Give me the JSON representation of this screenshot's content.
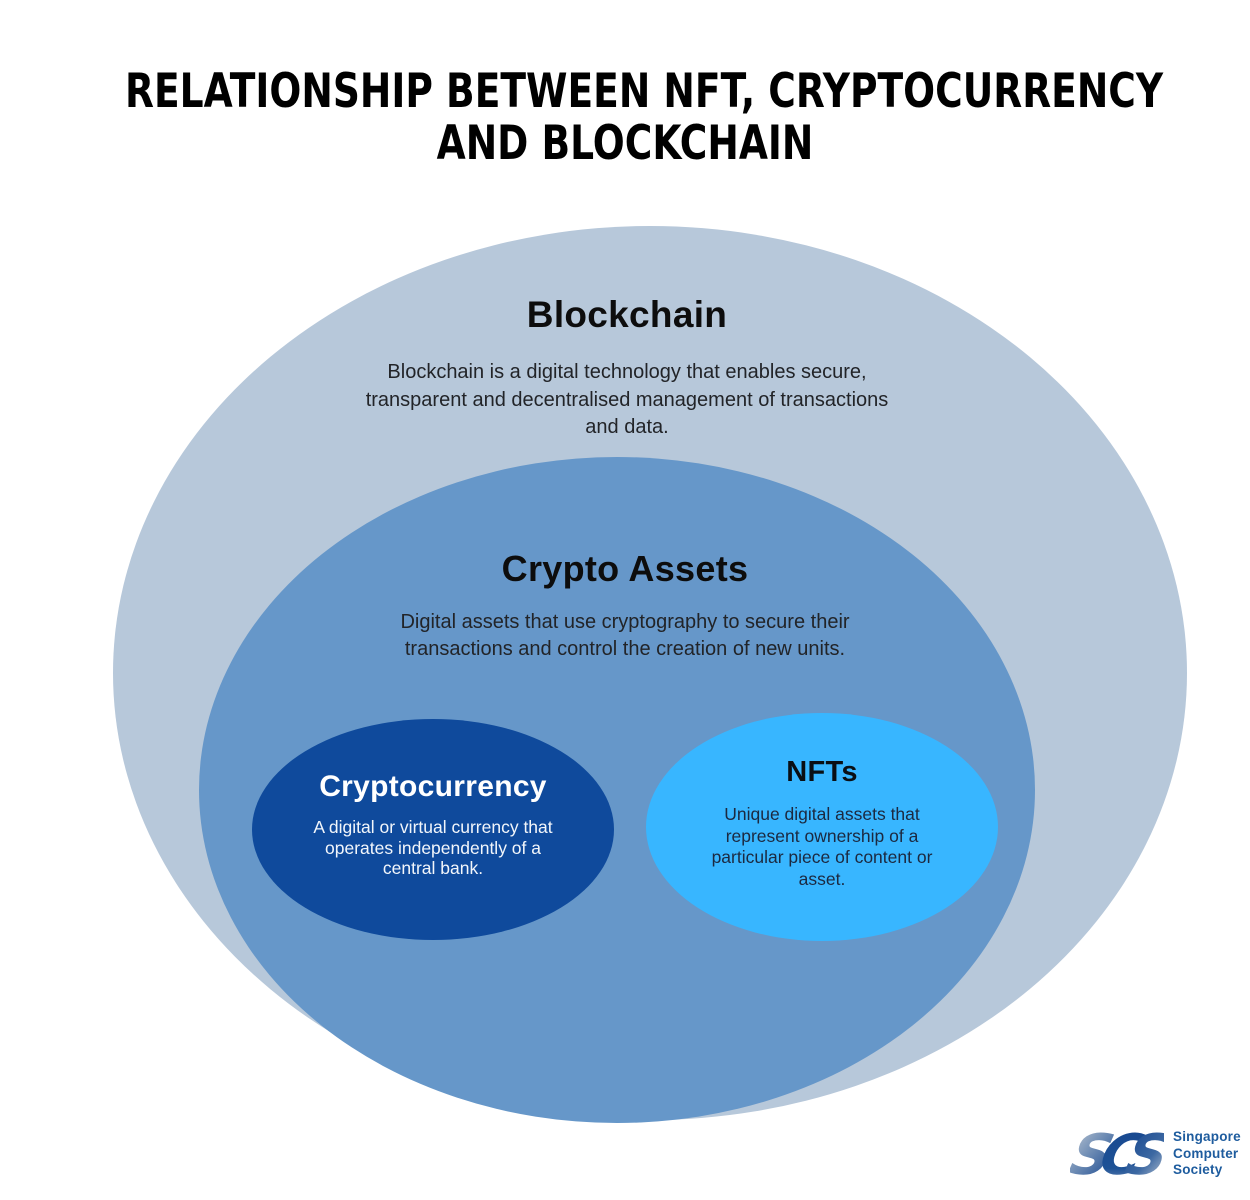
{
  "page": {
    "background_color": "#ffffff"
  },
  "title": {
    "lines": [
      "RELATIONSHIP BETWEEN NFT, CRYPTOCURRENCY",
      "AND BLOCKCHAIN"
    ],
    "color": "#000000"
  },
  "diagram": {
    "type": "nested-euler-diagram",
    "sets": [
      {
        "id": "blockchain",
        "label": "Blockchain",
        "description": "Blockchain is a digital technology that enables secure,\ntransparent and decentralised management of transactions\nand data.",
        "fill_color": "#b7c8da",
        "text_color": "#222428",
        "contains": [
          "crypto_assets"
        ]
      },
      {
        "id": "crypto_assets",
        "label": "Crypto Assets",
        "description": "Digital assets that use cryptography to secure their\ntransactions and control the creation of new units.",
        "fill_color": "#6697c9",
        "text_color": "#222428",
        "contains": [
          "cryptocurrency",
          "nfts"
        ]
      },
      {
        "id": "cryptocurrency",
        "label": "Cryptocurrency",
        "description": "A digital or virtual currency that\noperates independently of a\ncentral bank.",
        "fill_color": "#0f4a9c",
        "text_color": "#ffffff",
        "contains": []
      },
      {
        "id": "nfts",
        "label": "NFTs",
        "description": "Unique digital assets that\nrepresent ownership of a\nparticular piece of content or\nasset.",
        "fill_color": "#38b6ff",
        "text_color": "#1c2940",
        "contains": []
      }
    ]
  },
  "footer_logo": {
    "mark": "SCS",
    "org_lines": [
      "Singapore",
      "Computer",
      "Society"
    ],
    "brand_color": "#1e5c9e"
  }
}
